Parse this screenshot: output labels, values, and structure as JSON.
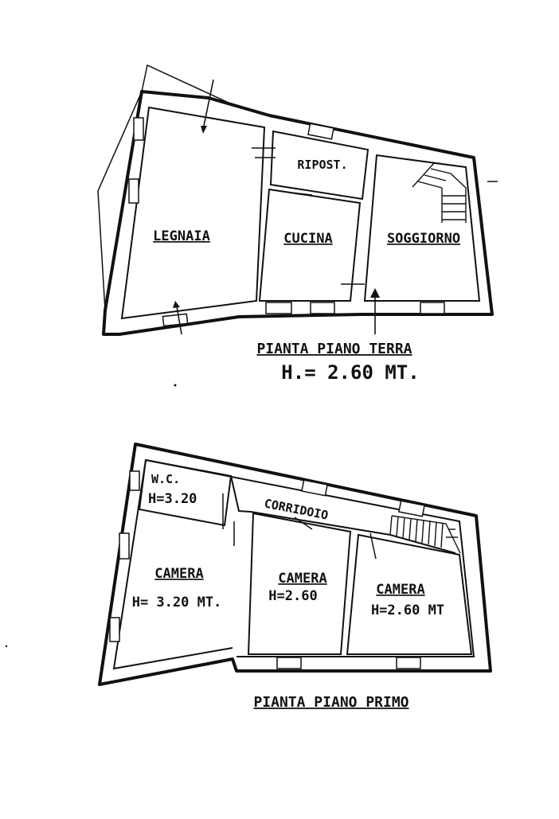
{
  "ground_floor": {
    "rooms": {
      "legnaia": "LEGNAIA",
      "ripost": "RIPOST.",
      "cucina": "CUCINA",
      "soggiorno": "SOGGIORNO"
    },
    "title": "PIANTA PIANO TERRA",
    "height": "H.= 2.60 MT."
  },
  "first_floor": {
    "rooms": {
      "wc": "W.C.",
      "wc_height": "H=3.20",
      "corridoio": "CORRIDOIO",
      "camera_left": "CAMERA",
      "camera_left_height": "H= 3.20 MT.",
      "camera_mid": "CAMERA",
      "camera_mid_height": "H=2.60",
      "camera_right": "CAMERA",
      "camera_right_height": "H=2.60 MT"
    },
    "title": "PIANTA PIANO PRIMO"
  }
}
